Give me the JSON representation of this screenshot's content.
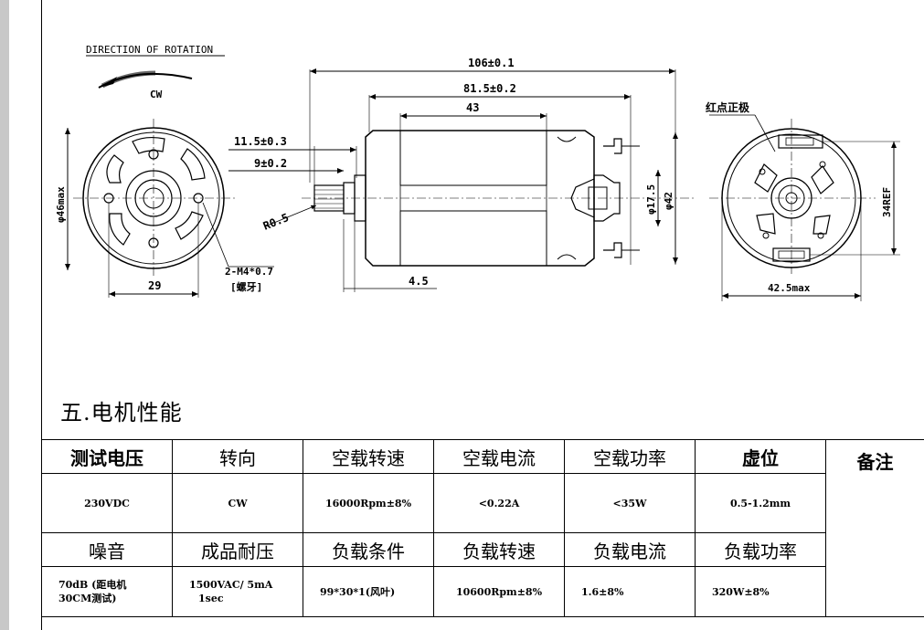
{
  "drawing": {
    "rotation_label": "DIRECTION OF ROTATION",
    "rotation_dir": "CW",
    "dim_total_length": "106±0.1",
    "dim_body_length": "81.5±0.2",
    "dim_magnet_length": "43",
    "dim_shaft_length": "11.5±0.3",
    "dim_gear_length": "9±0.2",
    "dim_radius": "R0.5",
    "dim_boss_length": "4.5",
    "dim_bearing_dia": "φ17.5",
    "dim_body_dia": "φ42",
    "dim_front_dia": "φ46max",
    "dim_hole_spacing": "29",
    "screw_spec": "2-M4*0.7",
    "screw_note": "[螺牙]",
    "polarity_note": "红点正极",
    "dim_terminal_spacing": "34REF",
    "dim_rear_width": "42.5max"
  },
  "section_title": "五.电机性能",
  "table": {
    "header1": [
      "测试电压",
      "转向",
      "空载转速",
      "空载电流",
      "空载功率",
      "虚位",
      "备注"
    ],
    "row1": [
      "230VDC",
      "CW",
      "16000Rpm±8%",
      "<0.22A",
      "<35W",
      "0.5-1.2mm"
    ],
    "header2": [
      "噪音",
      "成品耐压",
      "负载条件",
      "负载转速",
      "负载电流",
      "负载功率"
    ],
    "row2": [
      "70dB (距电机",
      "30CM测试)",
      "1500VAC/ 5mA",
      "1sec",
      "99*30*1(风叶)",
      "10600Rpm±8%",
      "1.6±8%",
      "320W±8%"
    ]
  }
}
